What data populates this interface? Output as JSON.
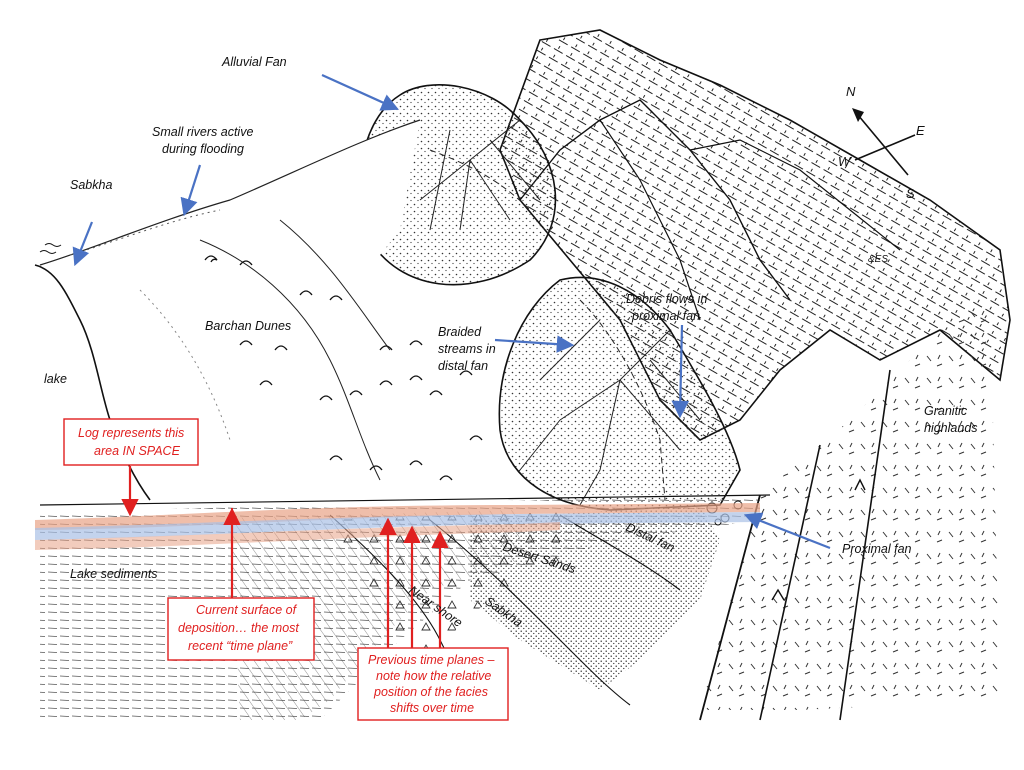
{
  "colors": {
    "callout_blue": "#4a72c4",
    "callout_red": "#e02020",
    "surface_band": "#e8a386",
    "time_plane_band": "#a9c1e6",
    "ink": "#111111"
  },
  "compass": {
    "n": "N",
    "e": "E",
    "s": "S",
    "w": "W"
  },
  "labels": {
    "alluvial_fan": "Alluvial Fan",
    "small_rivers_1": "Small rivers active",
    "small_rivers_2": "during flooding",
    "sabkha_top": "Sabkha",
    "barchan_dunes": "Barchan Dunes",
    "lake": "lake",
    "braided_1": "Braided",
    "braided_2": "streams in",
    "braided_3": "distal fan",
    "debris_1": "Debris flows in",
    "debris_2": "proximal fan",
    "granitic_1": "Granitic",
    "granitic_2": "highlands",
    "proximal_fan": "Proximal fan",
    "lake_sediments": "Lake sediments",
    "near_shore": "Near shore",
    "desert_sands": "Desert Sands",
    "sabkha_section": "Sabkha",
    "distal_fan": "Distal fan",
    "initials": "&ES"
  },
  "red_callouts": {
    "log": {
      "line1": "Log represents this",
      "line2": "area IN SPACE"
    },
    "current_surface": {
      "line1": "Current surface of",
      "line2": "deposition… the most",
      "line3": "recent “time plane”"
    },
    "previous_planes": {
      "line1": "Previous time planes –",
      "line2": "note how the relative",
      "line3": "position of the facies",
      "line4": "shifts over time"
    }
  }
}
